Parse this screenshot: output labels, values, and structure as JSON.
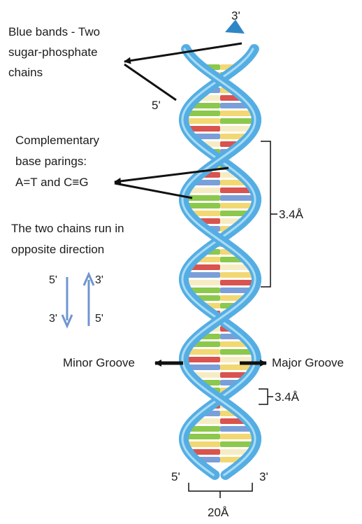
{
  "strand_end_labels": {
    "top_right": "3'",
    "top_left": "5'",
    "bottom_left": "5'",
    "bottom_right": "3'"
  },
  "callouts": {
    "blue_bands": [
      "Blue bands - Two",
      "sugar-phosphate",
      "chains"
    ],
    "base_pairing": [
      "Complementary",
      "base parings:",
      "A=T and C≡G"
    ],
    "direction": [
      "The two chains run in",
      "opposite direction"
    ]
  },
  "direction_arrows": {
    "down_top": "5'",
    "down_bottom": "3'",
    "up_top": "3'",
    "up_bottom": "5'"
  },
  "grooves": {
    "minor": "Minor Groove",
    "major": "Major Groove"
  },
  "measurements": {
    "turn_length": "3.4Å",
    "base_spacing": "3.4Å",
    "diameter": "20Å"
  },
  "colors": {
    "backbone": "#55aee3",
    "backbone_dark": "#2f86c5",
    "base_green": "#8cc84b",
    "base_yellow": "#f2d873",
    "base_red": "#d9534f",
    "base_blue": "#7a9fd8",
    "base_cream": "#f6ecc4",
    "arrow_dir": "#6f95cf"
  }
}
